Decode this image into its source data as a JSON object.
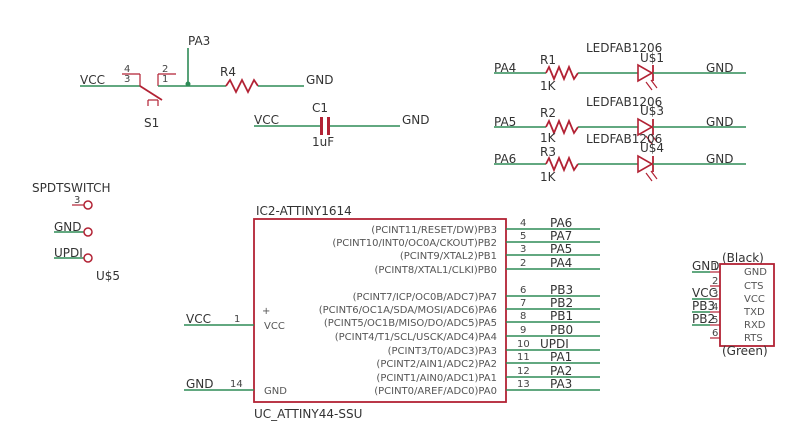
{
  "colors": {
    "wire": "#2e8b57",
    "component": "#b22234",
    "text": "#333333"
  },
  "switch_block": {
    "pa3": "PA3",
    "vcc": "VCC",
    "gnd": "GND",
    "pin4": "4",
    "pin3": "3",
    "pin2": "2",
    "pin1": "1",
    "name": "S1",
    "r_name": "R4"
  },
  "cap_block": {
    "vcc": "VCC",
    "gnd": "GND",
    "name": "C1",
    "value": "1uF"
  },
  "led_rows": [
    {
      "net": "PA4",
      "r_name": "R1",
      "r_value": "1K",
      "led_part": "LEDFAB1206",
      "led_name": "U$1",
      "gnd": "GND"
    },
    {
      "net": "PA5",
      "r_name": "R2",
      "r_value": "1K",
      "led_part": "LEDFAB1206",
      "led_name": "U$3",
      "gnd": "GND"
    },
    {
      "net": "PA6",
      "r_name": "R3",
      "r_value": "1K",
      "led_part": "LEDFAB1206",
      "led_name": "U$4",
      "gnd": "GND"
    }
  ],
  "spdt": {
    "title": "SPDTSWITCH",
    "pin3": "3",
    "gnd": "GND",
    "updi": "UPDI",
    "name": "U$5"
  },
  "ic": {
    "name": "IC2-ATTINY1614",
    "part": "UC_ATTINY44-SSU",
    "vcc_net": "VCC",
    "vcc_pin": "1",
    "vcc_label": "VCC",
    "plus": "+",
    "gnd_net": "GND",
    "gnd_pin": "14",
    "gnd_label": "GND",
    "right_pins": [
      {
        "func": "(PCINT11/RESET/DW)PB3",
        "num": "4",
        "net": "PA6"
      },
      {
        "func": "(PCINT10/INT0/OC0A/CKOUT)PB2",
        "num": "5",
        "net": "PA7"
      },
      {
        "func": "(PCINT9/XTAL2)PB1",
        "num": "3",
        "net": "PA5"
      },
      {
        "func": "(PCINT8/XTAL1/CLKI)PB0",
        "num": "2",
        "net": "PA4"
      },
      {
        "func": "(PCINT7/ICP/OC0B/ADC7)PA7",
        "num": "6",
        "net": "PB3"
      },
      {
        "func": "(PCINT6/OC1A/SDA/MOSI/ADC6)PA6",
        "num": "7",
        "net": "PB2"
      },
      {
        "func": "(PCINT5/OC1B/MISO/DO/ADC5)PA5",
        "num": "8",
        "net": "PB1"
      },
      {
        "func": "(PCINT4/T1/SCL/USCK/ADC4)PA4",
        "num": "9",
        "net": "PB0"
      },
      {
        "func": "(PCINT3/T0/ADC3)PA3",
        "num": "10",
        "net": "UPDI"
      },
      {
        "func": "(PCINT2/AIN1/ADC2)PA2",
        "num": "11",
        "net": "PA1"
      },
      {
        "func": "(PCINT1/AIN0/ADC1)PA1",
        "num": "12",
        "net": "PA2"
      },
      {
        "func": "(PCINT0/AREF/ADC0)PA0",
        "num": "13",
        "net": "PA3"
      }
    ]
  },
  "ftdi": {
    "top": "(Black)",
    "bottom": "(Green)",
    "pins": [
      {
        "label": "GND",
        "num": "1",
        "net": "GND"
      },
      {
        "label": "CTS",
        "num": "2",
        "net": ""
      },
      {
        "label": "VCC",
        "num": "3",
        "net": "VCC"
      },
      {
        "label": "TXD",
        "num": "4",
        "net": "PB3"
      },
      {
        "label": "RXD",
        "num": "5",
        "net": "PB2"
      },
      {
        "label": "RTS",
        "num": "6",
        "net": ""
      }
    ]
  }
}
